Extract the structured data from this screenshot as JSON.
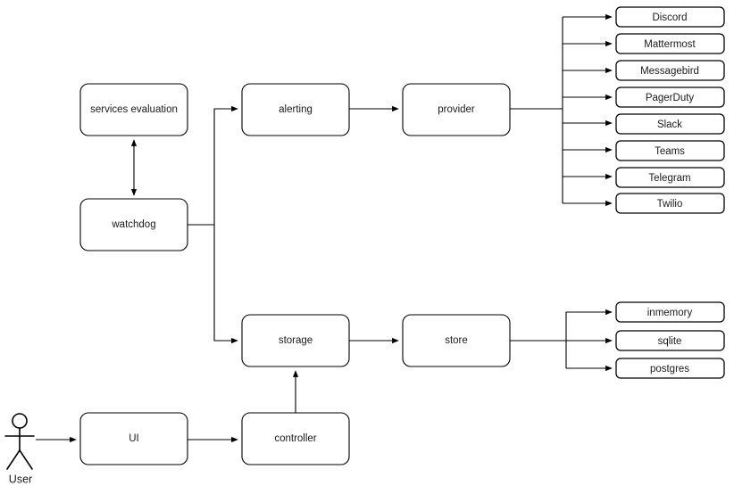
{
  "diagram": {
    "background_color": "#ffffff",
    "stroke_color": "#000000",
    "text_color": "#1a1a1a",
    "actor": {
      "label": "User",
      "icon": "stick-figure-actor-icon"
    },
    "nodes": {
      "services_evaluation": "services evaluation",
      "watchdog": "watchdog",
      "alerting": "alerting",
      "provider": "provider",
      "storage": "storage",
      "store": "store",
      "ui": "UI",
      "controller": "controller"
    },
    "providers": [
      "Discord",
      "Mattermost",
      "Messagebird",
      "PagerDuty",
      "Slack",
      "Teams",
      "Telegram",
      "Twilio"
    ],
    "stores": [
      "inmemory",
      "sqlite",
      "postgres"
    ]
  }
}
